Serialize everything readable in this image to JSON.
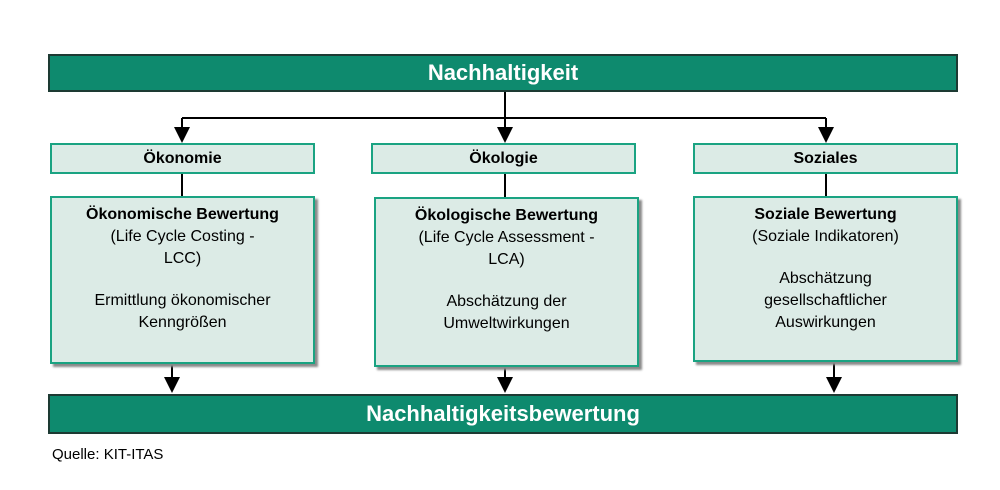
{
  "top_bar": "Nachhaltigkeit",
  "bottom_bar": "Nachhaltigkeitsbewertung",
  "columns": [
    {
      "header": "Ökonomie",
      "title": "Ökonomische Bewertung",
      "method_line1": "(Life Cycle Costing -",
      "method_line2": "LCC)",
      "desc_line1": "Ermittlung ökonomischer",
      "desc_line2": "Kenngrößen",
      "desc_line3": ""
    },
    {
      "header": "Ökologie",
      "title": "Ökologische Bewertung",
      "method_line1": "(Life Cycle Assessment -",
      "method_line2": "LCA)",
      "desc_line1": "Abschätzung der",
      "desc_line2": "Umweltwirkungen",
      "desc_line3": ""
    },
    {
      "header": "Soziales",
      "title": "Soziale Bewertung",
      "method_line1": "(Soziale Indikatoren)",
      "method_line2": "",
      "desc_line1": "Abschätzung",
      "desc_line2": "gesellschaftlicher",
      "desc_line3": "Auswirkungen"
    }
  ],
  "source": "Quelle: KIT-ITAS",
  "colors": {
    "bar": "#0e8a6e",
    "box_fill": "#dcebe6",
    "box_border": "#1aa382"
  }
}
